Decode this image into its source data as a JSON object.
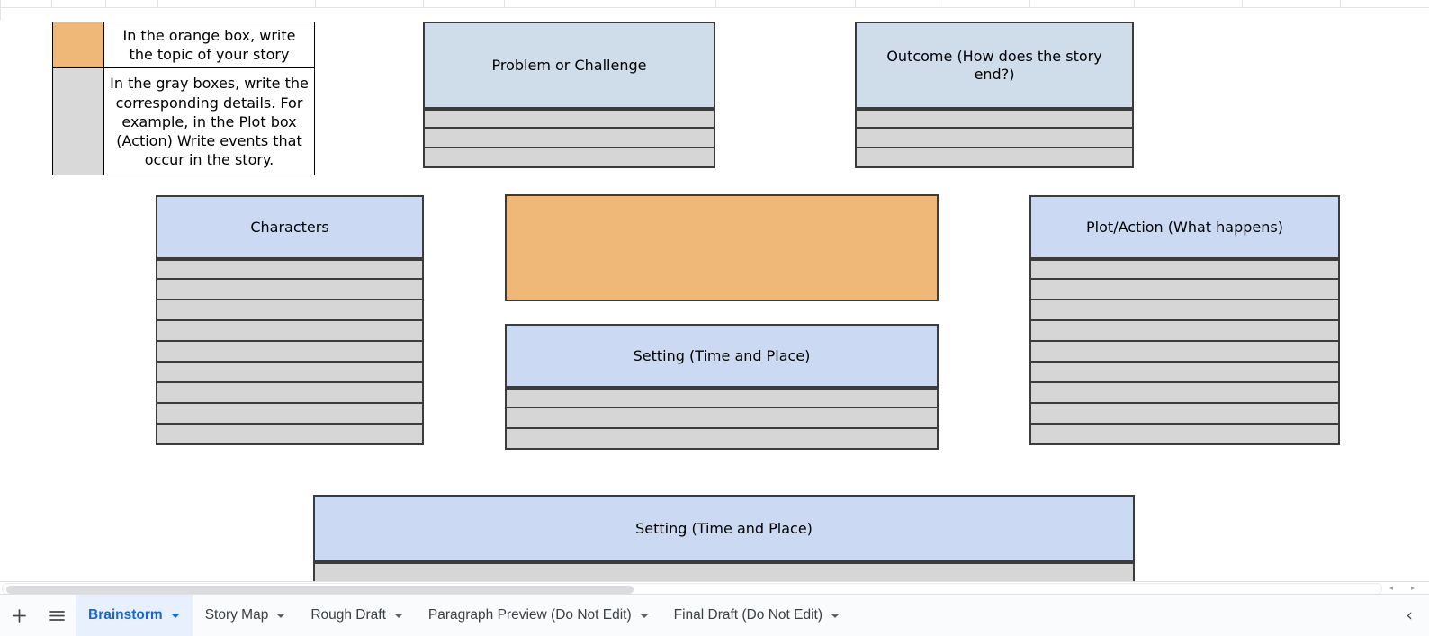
{
  "app": {
    "type": "spreadsheet",
    "document_kind": "story map brainstorm template"
  },
  "colors": {
    "orange_fill": "#efb878",
    "blue_header_cyan": "#cfdcea",
    "blue_header_periwinkle": "#ccd9f3",
    "gray_row": "#d6d6d6",
    "cell_border": "#3c3c3c",
    "active_tab_text": "#1967d2",
    "active_tab_bg": "#e8f0fe",
    "page_bg": "#ffffff",
    "tabbar_bg": "#f9fbfd"
  },
  "instructions": {
    "orange_note": "In the orange box, write the topic of your story",
    "gray_note": "In the gray boxes, write the corresponding details. For example, in the Plot box (Action) Write events that occur in the story."
  },
  "boxes": [
    {
      "id": "problem",
      "title": "Problem or Challenge",
      "header_color": "#cfdcea",
      "rows": 3
    },
    {
      "id": "outcome",
      "title": "Outcome (How does the story end?)",
      "header_color": "#cfdcea",
      "rows": 3
    },
    {
      "id": "characters",
      "title": "Characters",
      "header_color": "#ccd9f3",
      "rows": 9
    },
    {
      "id": "plot",
      "title": "Plot/Action (What happens)",
      "header_color": "#ccd9f3",
      "rows": 9
    },
    {
      "id": "setting",
      "title": "Setting (Time and Place)",
      "header_color": "#ccd9f3",
      "rows": 3
    },
    {
      "id": "setting2",
      "title": "Setting (Time and Place)",
      "header_color": "#ccd9f3",
      "rows": 1
    }
  ],
  "topic_box": {
    "label": "",
    "fill": "#efb878"
  },
  "scrollbar": {
    "orientation": "horizontal",
    "left_arrow": "◂",
    "right_arrow": "▸"
  },
  "tabbar": {
    "add_sheet_icon": "plus-icon",
    "all_sheets_icon": "hamburger-icon",
    "collapse_icon": "‹",
    "tabs": [
      {
        "label": "Brainstorm",
        "active": true
      },
      {
        "label": "Story Map",
        "active": false
      },
      {
        "label": "Rough Draft",
        "active": false
      },
      {
        "label": "Paragraph Preview (Do Not Edit)",
        "active": false
      },
      {
        "label": "Final Draft (Do Not Edit)",
        "active": false
      }
    ]
  }
}
